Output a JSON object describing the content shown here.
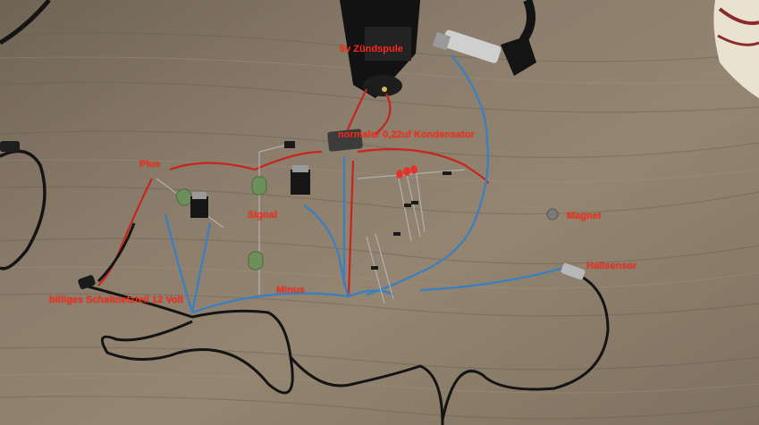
{
  "labels": {
    "ignition_coil": "6v Zündspule",
    "capacitor": "normaler 0,22uf Kondensator",
    "plus": "Plus",
    "signal": "Signal",
    "magnet": "Magnet",
    "hall_sensor": "Hallsensor",
    "power_supply": "billiges Schaltnetzteil 12 Volt",
    "minus": "Minus"
  },
  "colors": {
    "label": "#ff2a1a",
    "wood": "#8a7b69",
    "red_wire": "#c8241e",
    "blue_wire": "#3a7fc0",
    "black_cable": "#141414"
  }
}
